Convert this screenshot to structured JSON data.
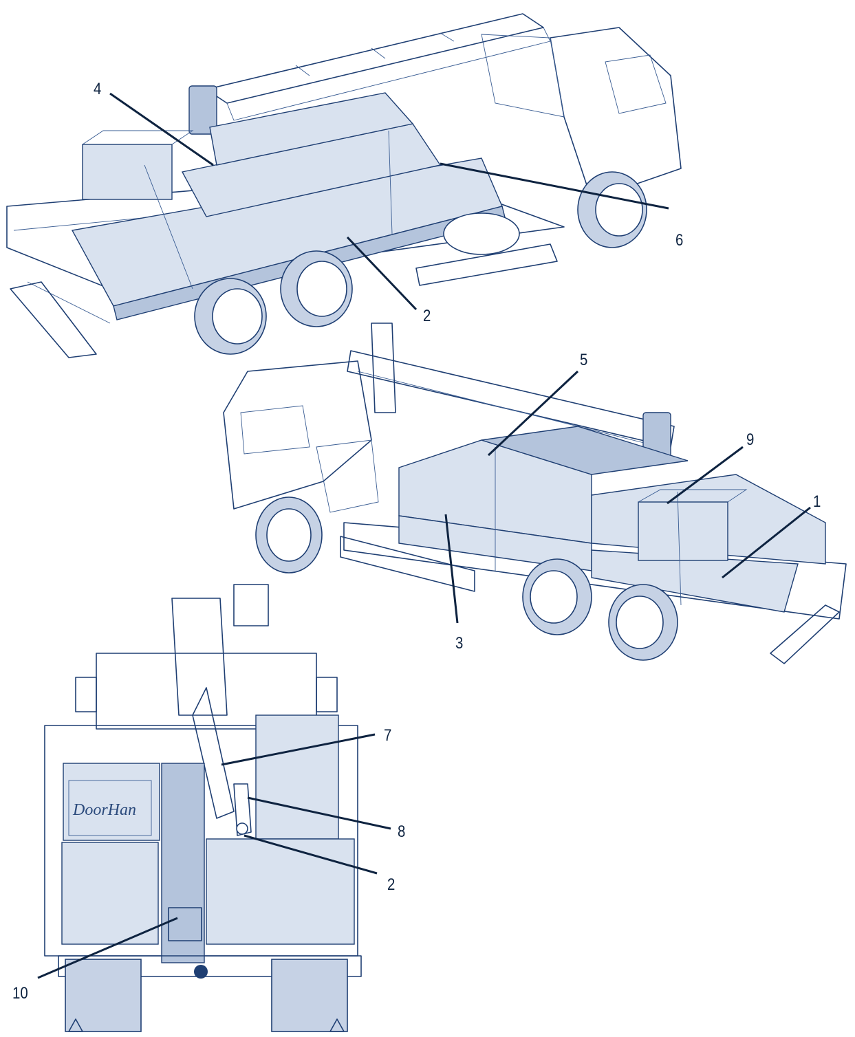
{
  "callouts": {
    "c1": "1",
    "c2_top": "2",
    "c2_rear": "2",
    "c3": "3",
    "c4": "4",
    "c5": "5",
    "c6": "6",
    "c7": "7",
    "c8": "8",
    "c9": "9",
    "c10": "10"
  },
  "brand_text": "DoorHan",
  "colors": {
    "line": "#1f3f73",
    "callout": "#0e2340",
    "cargo_fill": "#d9e2ef"
  }
}
